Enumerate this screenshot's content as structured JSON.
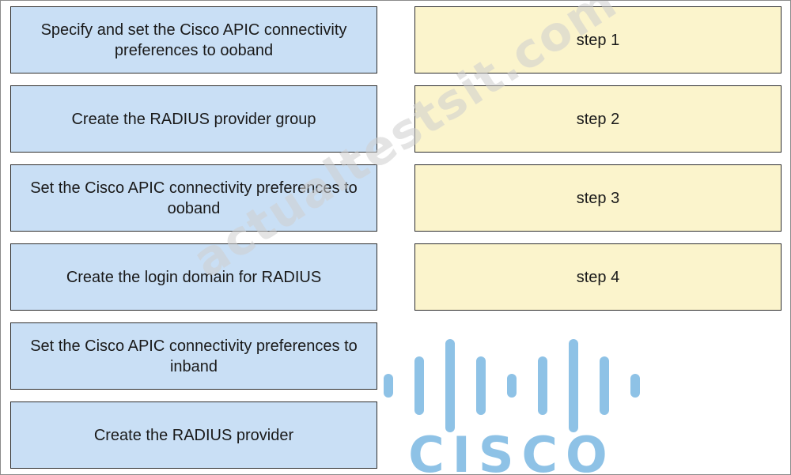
{
  "answers": [
    {
      "label": "Specify and set the Cisco APIC connectivity preferences to ooband"
    },
    {
      "label": "Create the RADIUS provider group"
    },
    {
      "label": "Set the Cisco APIC connectivity preferences to ooband"
    },
    {
      "label": "Create the login domain for RADIUS"
    },
    {
      "label": "Set the Cisco APIC connectivity preferences to inband"
    },
    {
      "label": "Create the RADIUS provider"
    }
  ],
  "steps": [
    {
      "label": "step 1"
    },
    {
      "label": "step 2"
    },
    {
      "label": "step 3"
    },
    {
      "label": "step 4"
    }
  ],
  "watermark": {
    "text": "actualtestsit.com"
  },
  "logo": {
    "text": "CISCO",
    "color": "#8ec2e6"
  },
  "colors": {
    "answer_fill": "#c9dff5",
    "step_fill": "#fbf4cc",
    "border": "#2d2d2d"
  }
}
